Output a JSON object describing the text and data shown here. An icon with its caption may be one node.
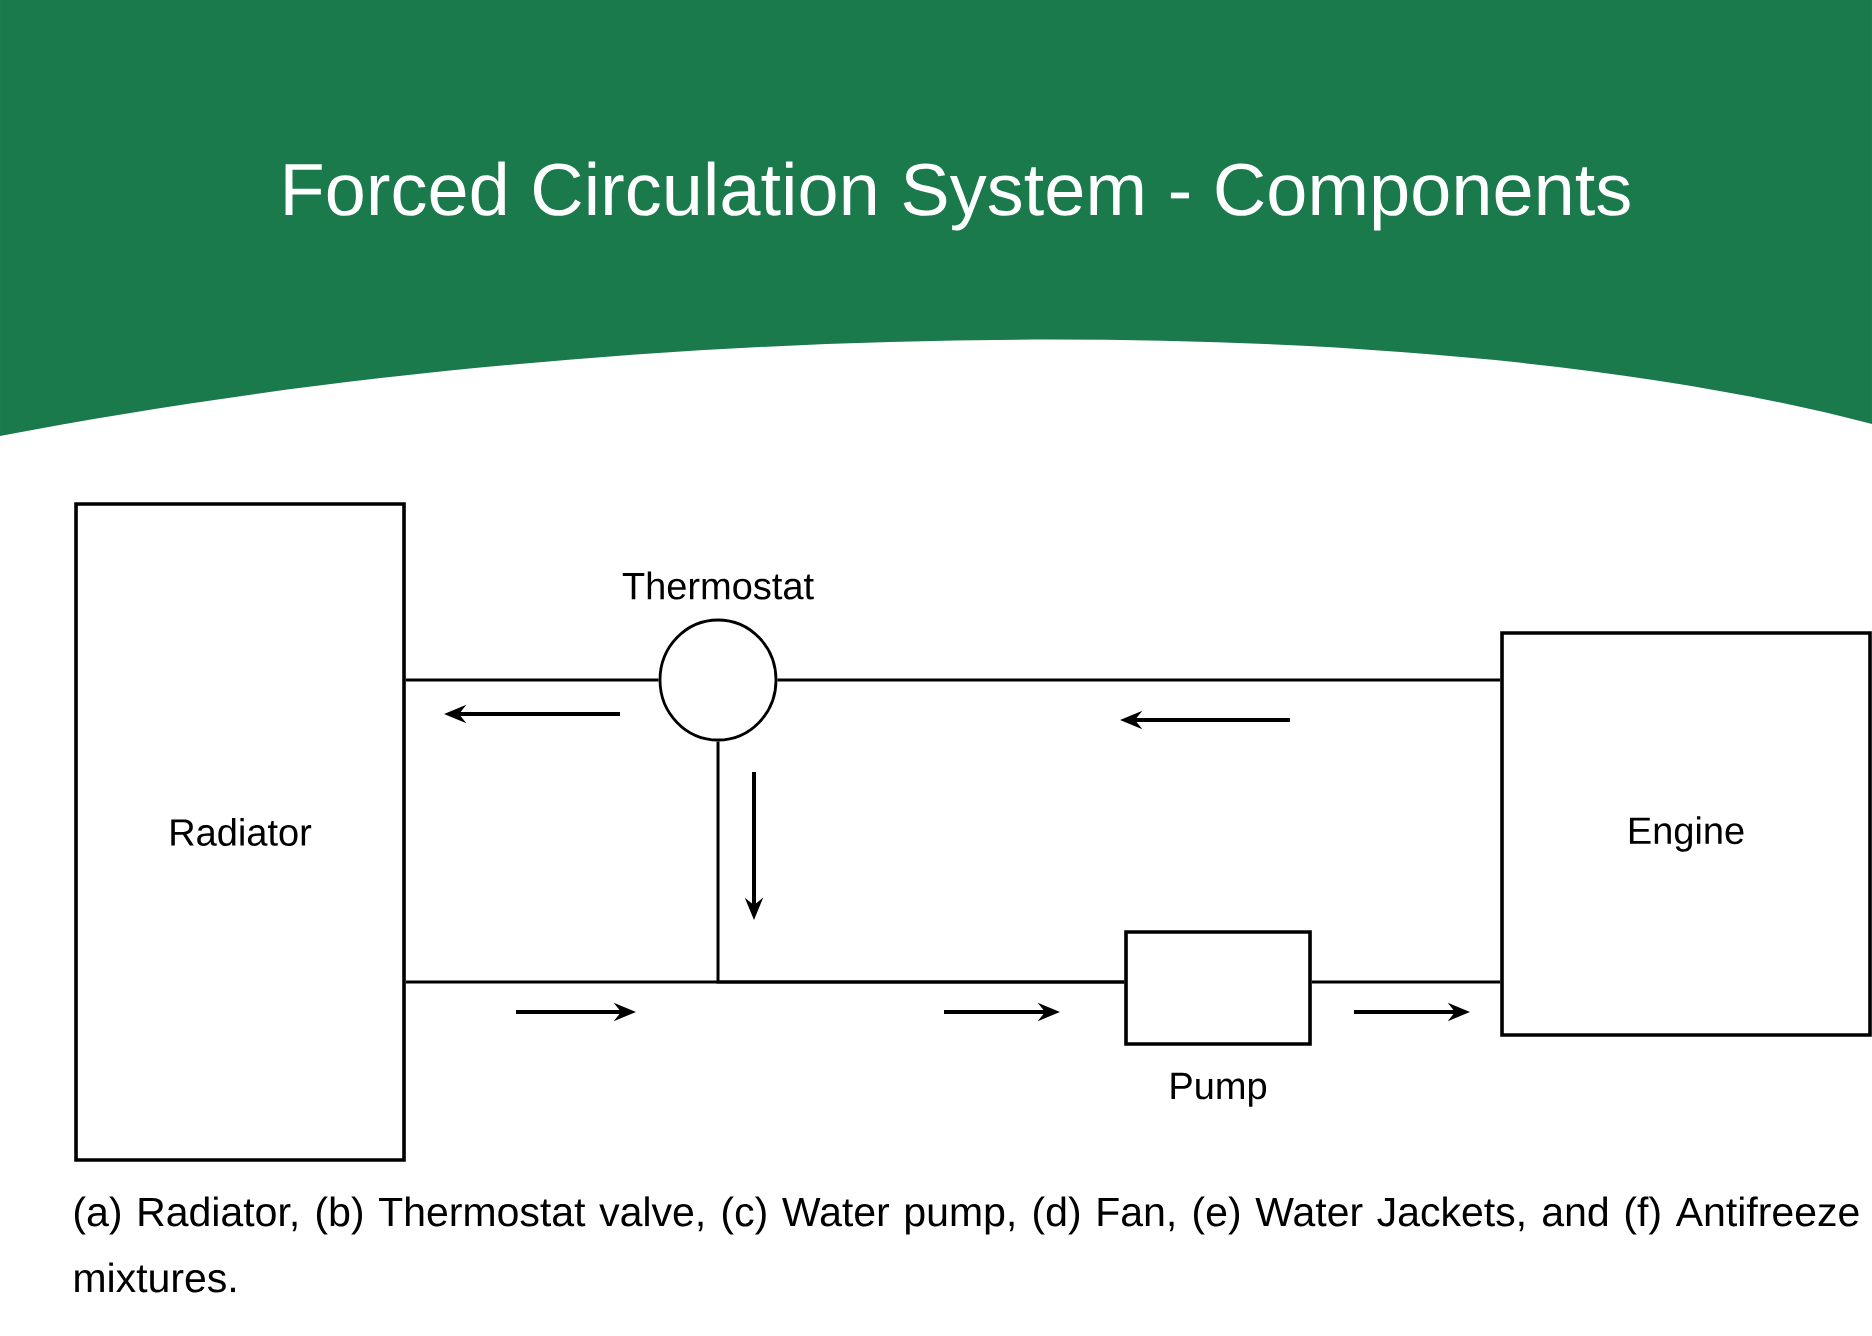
{
  "diagram": {
    "title": "Forced Circulation System - Components",
    "caption": "(a) Radiator, (b) Thermostat valve, (c) Water pump, (d) Fan, (e) Water Jackets, and (f) Antifreeze mixtures.",
    "nodes": [
      {
        "text": [
          "Radiator"
        ]
      },
      {
        "text": [
          "Thermostat"
        ]
      },
      {
        "text": [
          "Engine"
        ]
      },
      {
        "text": [
          "Pump"
        ]
      }
    ],
    "edges": [
      {
        "from": 2,
        "to": 1,
        "arrow": "none"
      },
      {
        "from": 1,
        "to": 0,
        "arrow": "none"
      },
      {
        "from": 1,
        "to": 3,
        "arrow": "none"
      },
      {
        "from": 0,
        "to": 3,
        "arrow": "none"
      },
      {
        "from": 3,
        "to": 2,
        "arrow": "none"
      }
    ]
  }
}
